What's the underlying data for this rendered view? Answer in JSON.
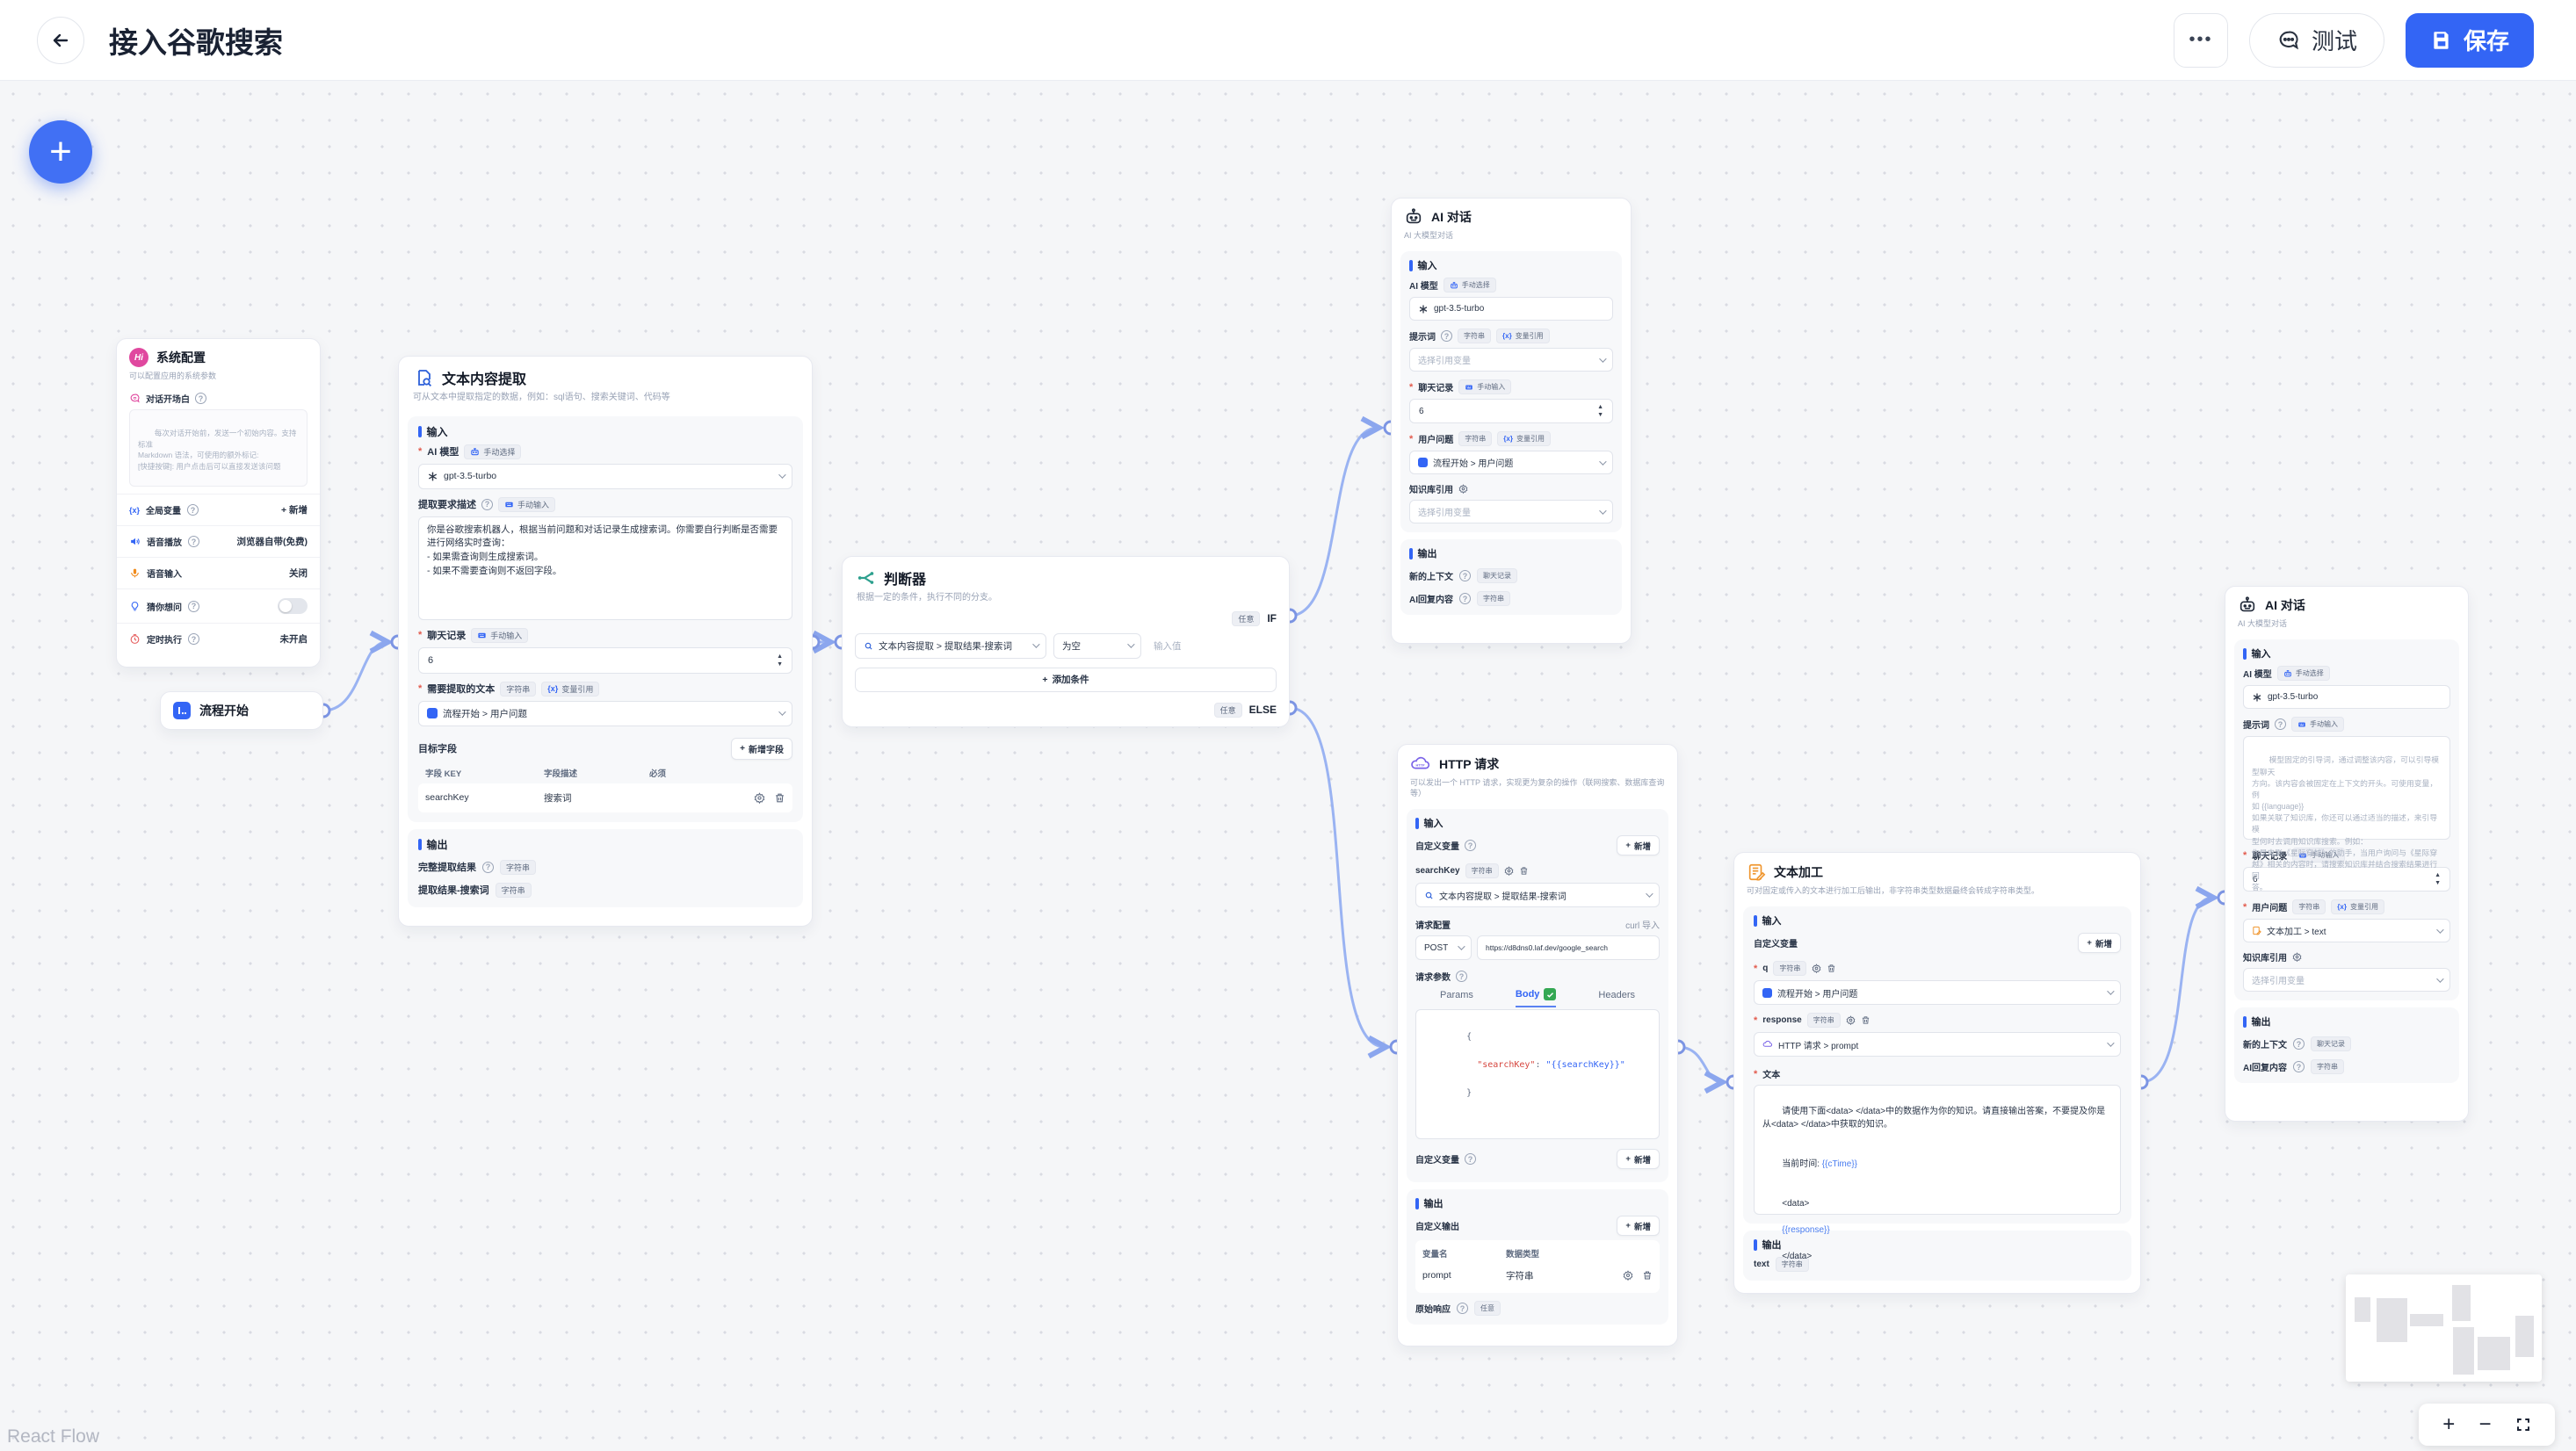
{
  "header": {
    "title": "接入谷歌搜索",
    "more": "•••",
    "test": "测试",
    "save": "保存"
  },
  "icons": {
    "plus": "+",
    "minus": "−",
    "help": "?",
    "up": "▲",
    "down": "▼",
    "req": "*",
    "hi": "Hi",
    "varref": "{x}"
  },
  "footer": {
    "attribution": "React Flow"
  },
  "common": {
    "input": "输入",
    "output": "输出",
    "add_new": "新增",
    "ai_model": "AI 模型",
    "model": "gpt-3.5-turbo",
    "manual_select": "手动选择",
    "manual_input": "手动输入",
    "string": "字符串",
    "var_ref": "变量引用",
    "any": "任意",
    "chat_history": "聊天记录",
    "chat_rounds": "6",
    "user_question": "用户问题",
    "kb_ref": "知识库引用",
    "select_var": "选择引用变量",
    "new_context": "新的上下文",
    "ai_reply": "AI回复内容",
    "flow_start_user_q": "流程开始 > 用户问题",
    "subtitle_ai": "AI 大模型对话"
  },
  "nodes": {
    "system": {
      "title": "系统配置",
      "desc": "可以配置应用的系统参数",
      "welcome_label": "对话开场白",
      "welcome_placeholder": "每次对话开始前，发送一个初始内容。支持标准\nMarkdown 语法，可使用的额外标记:\n[快捷按键]: 用户点击后可以直接发送该问题",
      "global_var": "全局变量",
      "tts": "语音播放",
      "tts_value": "浏览器自带(免费)",
      "stt": "语音输入",
      "stt_value": "关闭",
      "guess": "猜你想问",
      "schedule": "定时执行",
      "schedule_value": "未开启"
    },
    "flow_start": {
      "title": "流程开始"
    },
    "extract": {
      "title": "文本内容提取",
      "desc": "可从文本中提取指定的数据，例如：sql语句、搜索关键词、代码等",
      "require_label": "提取要求描述",
      "require_text": "你是谷歌搜索机器人，根据当前问题和对话记录生成搜索词。你需要自行判断是否需要\n进行网络实时查询：\n- 如果需查询则生成搜索词。\n- 如果不需要查询则不返回字段。",
      "source_label": "需要提取的文本",
      "target_fields": "目标字段",
      "add_field": "新增字段",
      "col_key": "字段 KEY",
      "col_desc": "字段描述",
      "col_required": "必须",
      "row_key": "searchKey",
      "row_desc": "搜索词",
      "out_full": "完整提取结果",
      "out_field": "提取结果-搜索词"
    },
    "classifier": {
      "title": "判断器",
      "desc": "根据一定的条件，执行不同的分支。",
      "if": "IF",
      "else": "ELSE",
      "cond_value": "文本内容提取 > 提取结果-搜索词",
      "op_value": "为空",
      "value_placeholder": "输入值",
      "add_condition": "添加条件"
    },
    "ai_top": {
      "title": "AI 对话",
      "prompt_label": "提示词"
    },
    "http": {
      "title": "HTTP 请求",
      "desc": "可以发出一个 HTTP 请求，实现更为复杂的操作（联网搜索、数据库查询等）",
      "custom_var": "自定义变量",
      "var_name": "searchKey",
      "var_value": "文本内容提取 > 提取结果-搜索词",
      "req_config": "请求配置",
      "curl_import": "curl 导入",
      "method": "POST",
      "url": "https://d8dns0.laf.dev/google_search",
      "req_params": "请求参数",
      "tab_params": "Params",
      "tab_body": "Body",
      "tab_headers": "Headers",
      "code_open": "{",
      "code_key": "\"searchKey\"",
      "code_colon": ": ",
      "code_value": "\"{{searchKey}}\"",
      "code_close": "}",
      "custom_out": "自定义输出",
      "col_var": "变量名",
      "col_type": "数据类型",
      "row_var": "prompt",
      "row_type": "字符串",
      "raw_resp": "原始响应"
    },
    "text_editor": {
      "title": "文本加工",
      "desc": "可对固定或传入的文本进行加工后输出，非字符串类型数据最终会转成字符串类型。",
      "custom_var": "自定义变量",
      "q_name": "q",
      "resp_name": "response",
      "resp_value": "HTTP 请求 > prompt",
      "text_label": "文本",
      "text_p1": "请使用下面<data> </data>中的数据作为你的知识。请直接输出答案，不要提及你是\n从<data> </data>中获取的知识。",
      "text_p2": "当前时间: ",
      "text_ctime": "{{cTime}}",
      "text_open": "<data>",
      "text_response": "{{response}}",
      "text_close": "</data>",
      "out_text": "text"
    },
    "ai_right": {
      "title": "AI 对话",
      "prompt_label": "提示词",
      "prompt_placeholder": "模型固定的引导词，通过调整该内容，可以引导模型聊天\n方向。该内容会被固定在上下文的开头。可使用变量，例\n如 {{language}}\n如果关联了知识库，你还可以通过适当的描述，来引导模\n型何时去调用知识库搜索。例如：\n你是电影《星际穿越》的助手，当用户询问与《星际穿\n越》相关的内容时，请搜索知识库并结合搜索结果进行回\n答。",
      "user_q_value": "文本加工 > text"
    }
  }
}
